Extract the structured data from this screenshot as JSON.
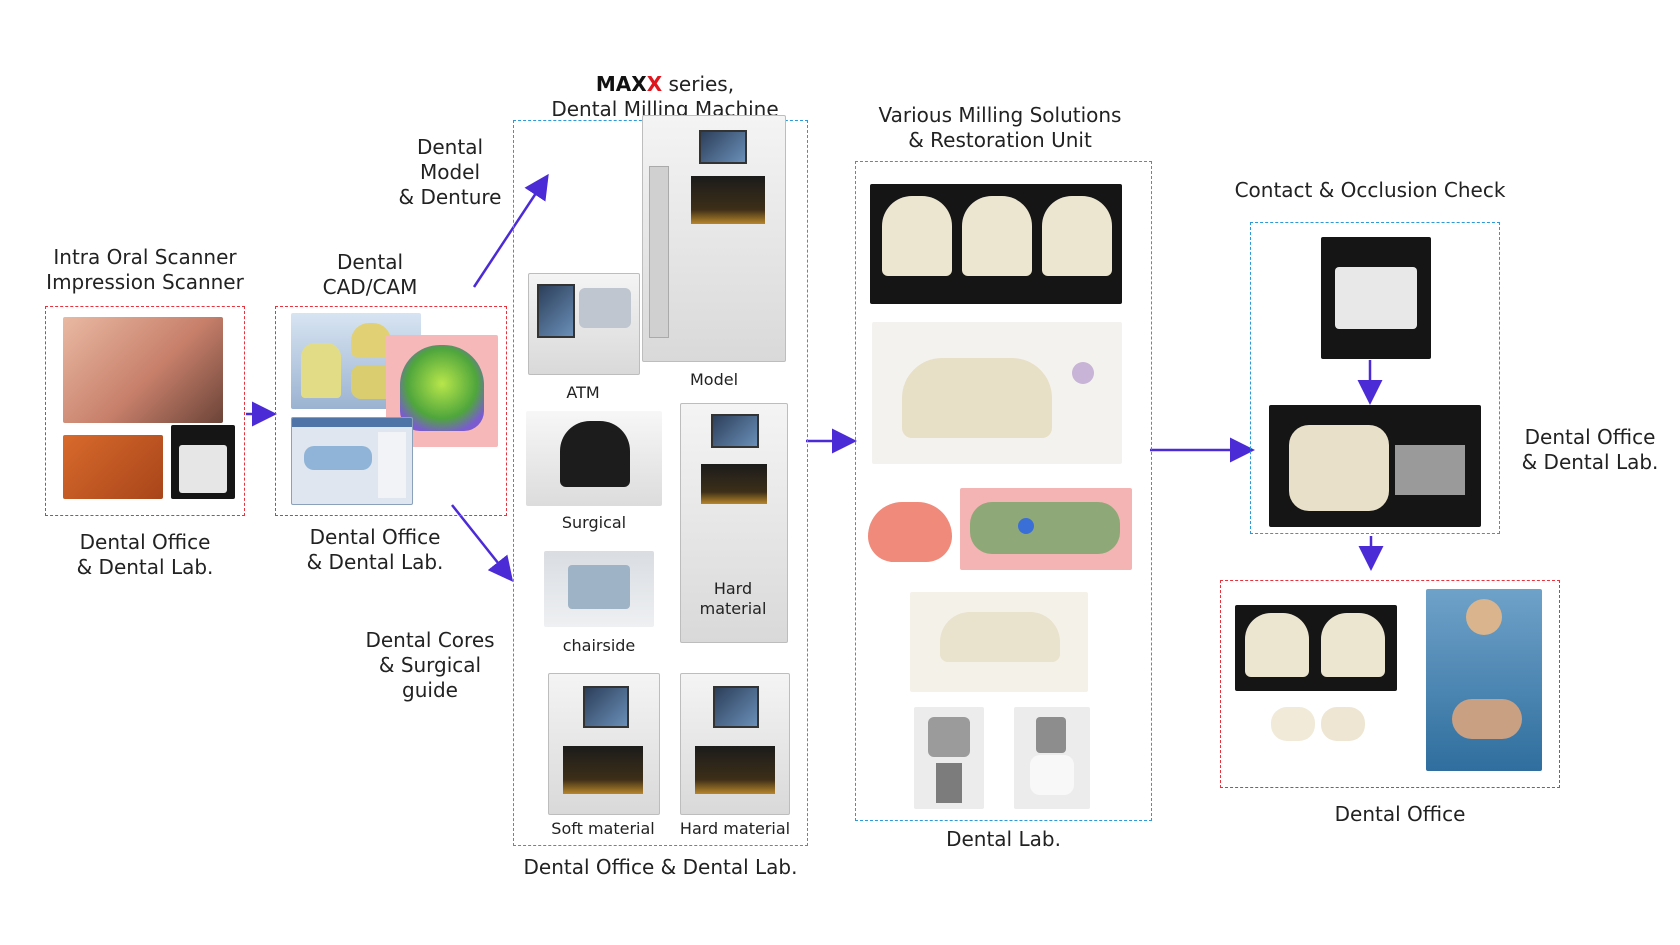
{
  "scanner": {
    "label_line1": "Intra Oral Scanner",
    "label_line2": "Impression Scanner",
    "site_line1": "Dental Office",
    "site_line2": "& Dental Lab."
  },
  "cadcam": {
    "label_line1": "Dental",
    "label_line2": "CAD/CAM",
    "site_line1": "Dental Office",
    "site_line2": "& Dental Lab."
  },
  "branch_top": {
    "line1": "Dental",
    "line2": "Model",
    "line3": "& Denture"
  },
  "branch_bottom": {
    "line1": "Dental Cores",
    "line2": "& Surgical",
    "line3": "guide"
  },
  "machines": {
    "title_brand_a": "MAX",
    "title_brand_b": "X",
    "title_suffix": " series,",
    "title_line2": "Dental Milling  Machine",
    "items": [
      "ATM",
      "Model",
      "Surgical",
      "Hard material",
      "chairside",
      "Soft material",
      "Hard material"
    ],
    "hard_line1": "Hard",
    "hard_line2": "material",
    "site": "Dental Office & Dental Lab."
  },
  "solutions": {
    "title_line1": "Various Milling Solutions",
    "title_line2": "& Restoration Unit",
    "site": "Dental Lab."
  },
  "check": {
    "title": "Contact & Occlusion Check",
    "site_line1": "Dental Office",
    "site_line2": "& Dental Lab."
  },
  "final": {
    "site": "Dental Office"
  },
  "colors": {
    "red_dash": "#e8323c",
    "blue_dash": "#2a9ad8",
    "arrow": "#4b2bd6",
    "brand_red": "#e0161f"
  }
}
